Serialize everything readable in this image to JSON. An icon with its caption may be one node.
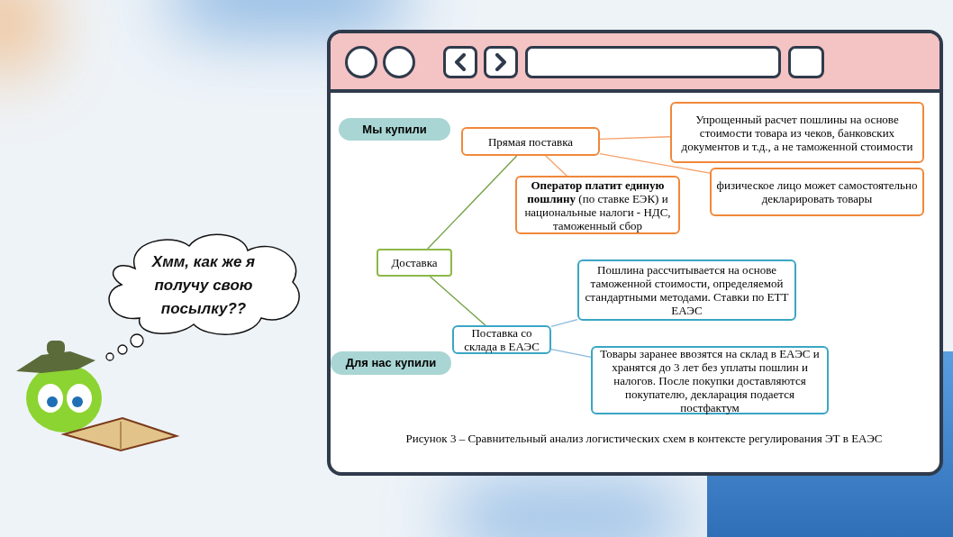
{
  "diagram": {
    "caption": "Рисунок 3 – Сравнительный анализ логистических схем в контексте регулирования ЭТ в ЕАЭС",
    "nodes": [
      {
        "text": [
          "Мы купили"
        ]
      },
      {
        "text": [
          "Прямая поставка"
        ]
      },
      {
        "text": [
          "Упрощенный расчет пошлины на основе стоимости товара из чеков, банковских документов и т.д., а не таможенной стоимости"
        ]
      },
      {
        "text": [
          "физическое лицо может самостоятельно декларировать товары"
        ]
      },
      {
        "text": [
          "**Оператор платит единую пошлину** (по ставке ЕЭК) и национальные налоги - НДС, таможенный сбор"
        ]
      },
      {
        "text": [
          "Доставка"
        ]
      },
      {
        "text": [
          "Пошлина рассчитывается на основе таможенной стоимости, определяемой стандартными методами. Ставки по ЕТТ ЕАЭС"
        ]
      },
      {
        "text": [
          "Поставка со склада в ЕАЭС"
        ]
      },
      {
        "text": [
          "Для нас купили"
        ]
      },
      {
        "text": [
          "Товары заранее ввозятся на склад в ЕАЭС и хранятся до 3 лет без уплаты пошлин и налогов. После покупки доставляются покупателю, декларация подается постфактум"
        ]
      },
      {
        "text": [
          "Хмм, как же я получу свою посылку??"
        ]
      }
    ],
    "edges": [
      {
        "from": 5,
        "to": 1,
        "arrow": "none",
        "color": "#70a040"
      },
      {
        "from": 5,
        "to": 7,
        "arrow": "none",
        "color": "#70a040"
      },
      {
        "from": 1,
        "to": 2,
        "arrow": "none"
      },
      {
        "from": 1,
        "to": 3,
        "arrow": "none"
      },
      {
        "from": 1,
        "to": 4,
        "arrow": "none"
      },
      {
        "from": 7,
        "to": 6,
        "arrow": "none",
        "color": "#8ab8dc"
      },
      {
        "from": 7,
        "to": 9,
        "arrow": "none",
        "color": "#8ab8dc"
      }
    ]
  }
}
